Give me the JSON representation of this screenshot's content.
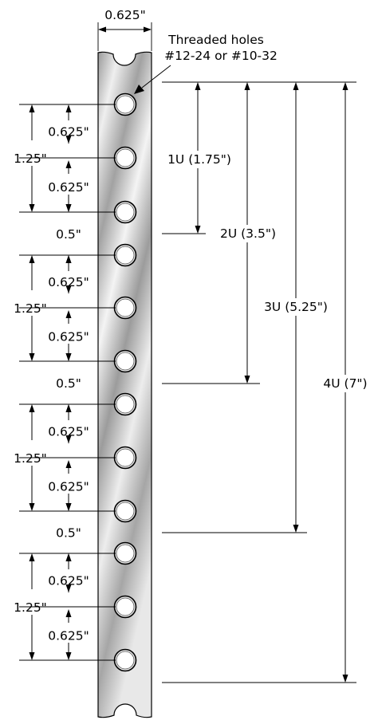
{
  "labels": {
    "width": "0.625\"",
    "holes_line1": "Threaded holes",
    "holes_line2": "#12-24 or #10-32",
    "u1": "1U (1.75\")",
    "u2": "2U (3.5\")",
    "u3": "3U (5.25\")",
    "u4": "4U (7\")",
    "pitch": "0.625\"",
    "unit_span": "1.25\"",
    "gap": "0.5\""
  },
  "colors": {
    "rail_dark": "#8c8c8c",
    "rail_light": "#f2f2f2",
    "line": "#000000"
  }
}
